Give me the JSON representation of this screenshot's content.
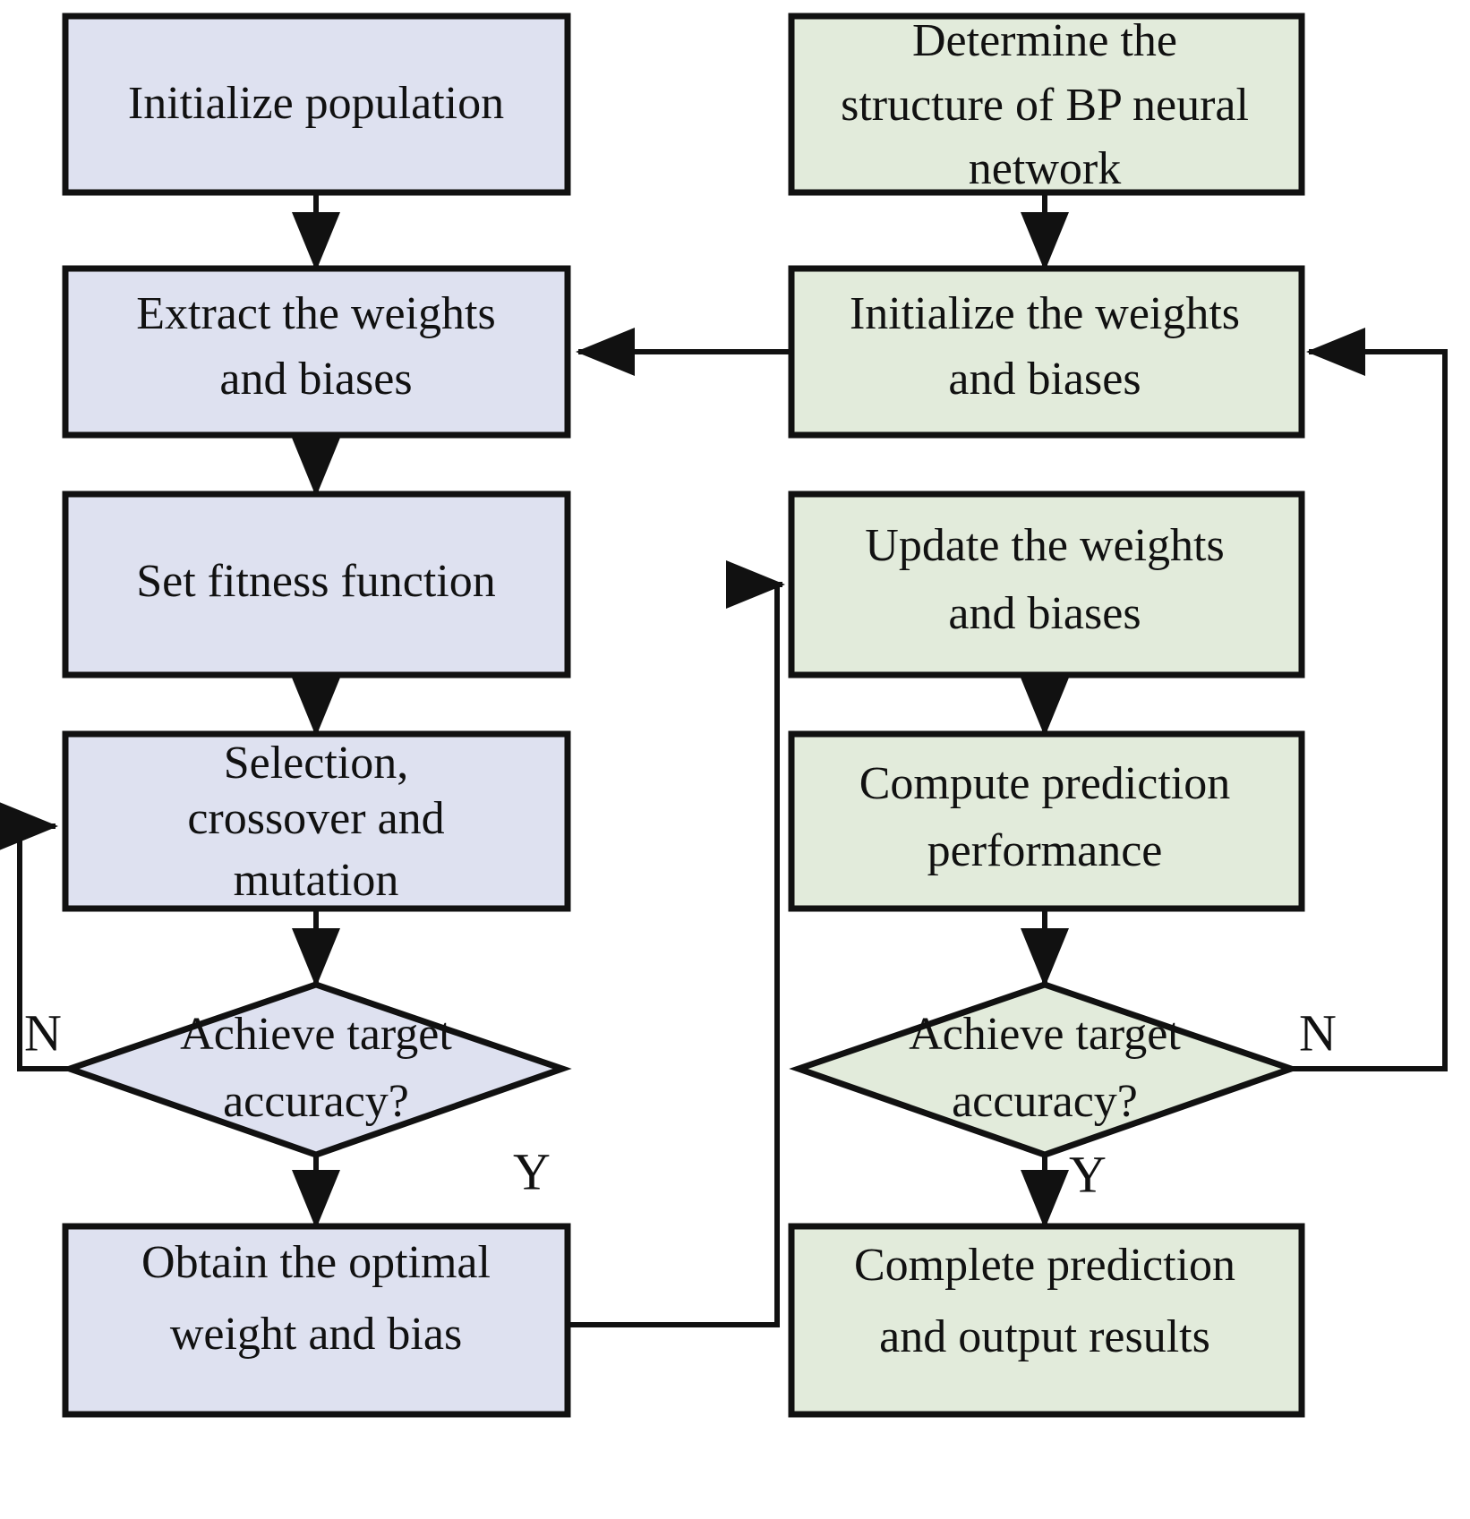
{
  "diagram": {
    "title": "GA-BP neural network training flowchart",
    "colors": {
      "ga_fill": "#dee1f0",
      "bp_fill": "#e2ebdb",
      "stroke": "#111111",
      "background": "#ffffff"
    },
    "left_column": {
      "name": "genetic-algorithm-branch",
      "nodes": [
        {
          "id": "initialize-population",
          "shape": "process",
          "lines": [
            "Initialize population"
          ]
        },
        {
          "id": "extract-weights-biases",
          "shape": "process",
          "lines": [
            "Extract  the weights",
            "and biases"
          ]
        },
        {
          "id": "set-fitness-function",
          "shape": "process",
          "lines": [
            "Set fitness function"
          ]
        },
        {
          "id": "selection-crossover-mutation",
          "shape": "process",
          "lines": [
            "Selection,",
            "crossover and",
            "mutation"
          ]
        },
        {
          "id": "achieve-target-accuracy-ga",
          "shape": "decision",
          "lines": [
            "Achieve target",
            "accuracy?"
          ]
        },
        {
          "id": "obtain-optimal-weight-bias",
          "shape": "process",
          "lines": [
            "Obtain the optimal",
            "weight and bias"
          ]
        }
      ]
    },
    "right_column": {
      "name": "bp-neural-network-branch",
      "nodes": [
        {
          "id": "determine-bp-structure",
          "shape": "process",
          "lines": [
            "Determine the",
            "structure of BP neural",
            "network"
          ]
        },
        {
          "id": "initialize-weights-biases",
          "shape": "process",
          "lines": [
            "Initialize the weights",
            "and biases"
          ]
        },
        {
          "id": "update-weights-biases",
          "shape": "process",
          "lines": [
            "Update the weights",
            "and biases"
          ]
        },
        {
          "id": "compute-prediction-performance",
          "shape": "process",
          "lines": [
            "Compute prediction",
            "performance"
          ]
        },
        {
          "id": "achieve-target-accuracy-bp",
          "shape": "decision",
          "lines": [
            "Achieve target",
            "accuracy?"
          ]
        },
        {
          "id": "complete-prediction-output",
          "shape": "process",
          "lines": [
            "Complete prediction",
            "and output results"
          ]
        }
      ]
    },
    "branch_labels": {
      "ga_no": "N",
      "ga_yes": "Y",
      "bp_no": "N",
      "bp_yes": "Y"
    },
    "connectors": [
      {
        "id": "init-pop-to-extract",
        "type": "arrow-down"
      },
      {
        "id": "extract-to-fitness",
        "type": "arrow-down"
      },
      {
        "id": "fitness-to-selection",
        "type": "arrow-down"
      },
      {
        "id": "selection-to-decision-ga",
        "type": "arrow-down"
      },
      {
        "id": "decision-ga-yes-to-obtain",
        "type": "arrow-down"
      },
      {
        "id": "decision-ga-no-loop-to-selection",
        "type": "arrow-left-up"
      },
      {
        "id": "determine-to-initialize",
        "type": "arrow-down"
      },
      {
        "id": "initialize-to-extract-cross",
        "type": "arrow-left"
      },
      {
        "id": "update-to-compute",
        "type": "arrow-down"
      },
      {
        "id": "compute-to-decision-bp",
        "type": "arrow-down"
      },
      {
        "id": "decision-bp-yes-to-complete",
        "type": "arrow-down"
      },
      {
        "id": "decision-bp-no-loop-to-initialize",
        "type": "arrow-right-up"
      },
      {
        "id": "obtain-to-update-cross",
        "type": "arrow-right-up"
      }
    ]
  }
}
